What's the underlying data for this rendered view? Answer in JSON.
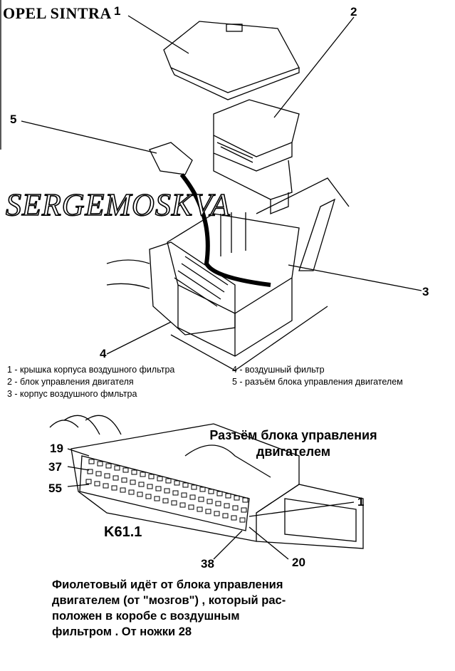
{
  "brand": "OPEL SINTRA",
  "watermark": "SERGEMOSKVA",
  "callouts": [
    "1",
    "2",
    "3",
    "4",
    "5"
  ],
  "legend": {
    "left": [
      "1 - крышка корпуса воздушного фильтра",
      "2 - блок управления двигателя",
      "3 - корпус воздушного фмльтра"
    ],
    "right": [
      "4 - воздушный фильтр",
      "5 - разъём блока управления двигателем"
    ]
  },
  "connector": {
    "title_line1": "Разъём блока управления",
    "title_line2": "двигателем",
    "label": "K61.1",
    "pins": {
      "p19": "19",
      "p37": "37",
      "p55": "55",
      "p1": "1",
      "p20": "20",
      "p38": "38"
    }
  },
  "note": [
    "Фиолетовый идёт от блока управления",
    "двигателем (от \"мозгов\") , который рас-",
    "положен в коробе с воздушным",
    "фильтром . От ножки 28"
  ]
}
